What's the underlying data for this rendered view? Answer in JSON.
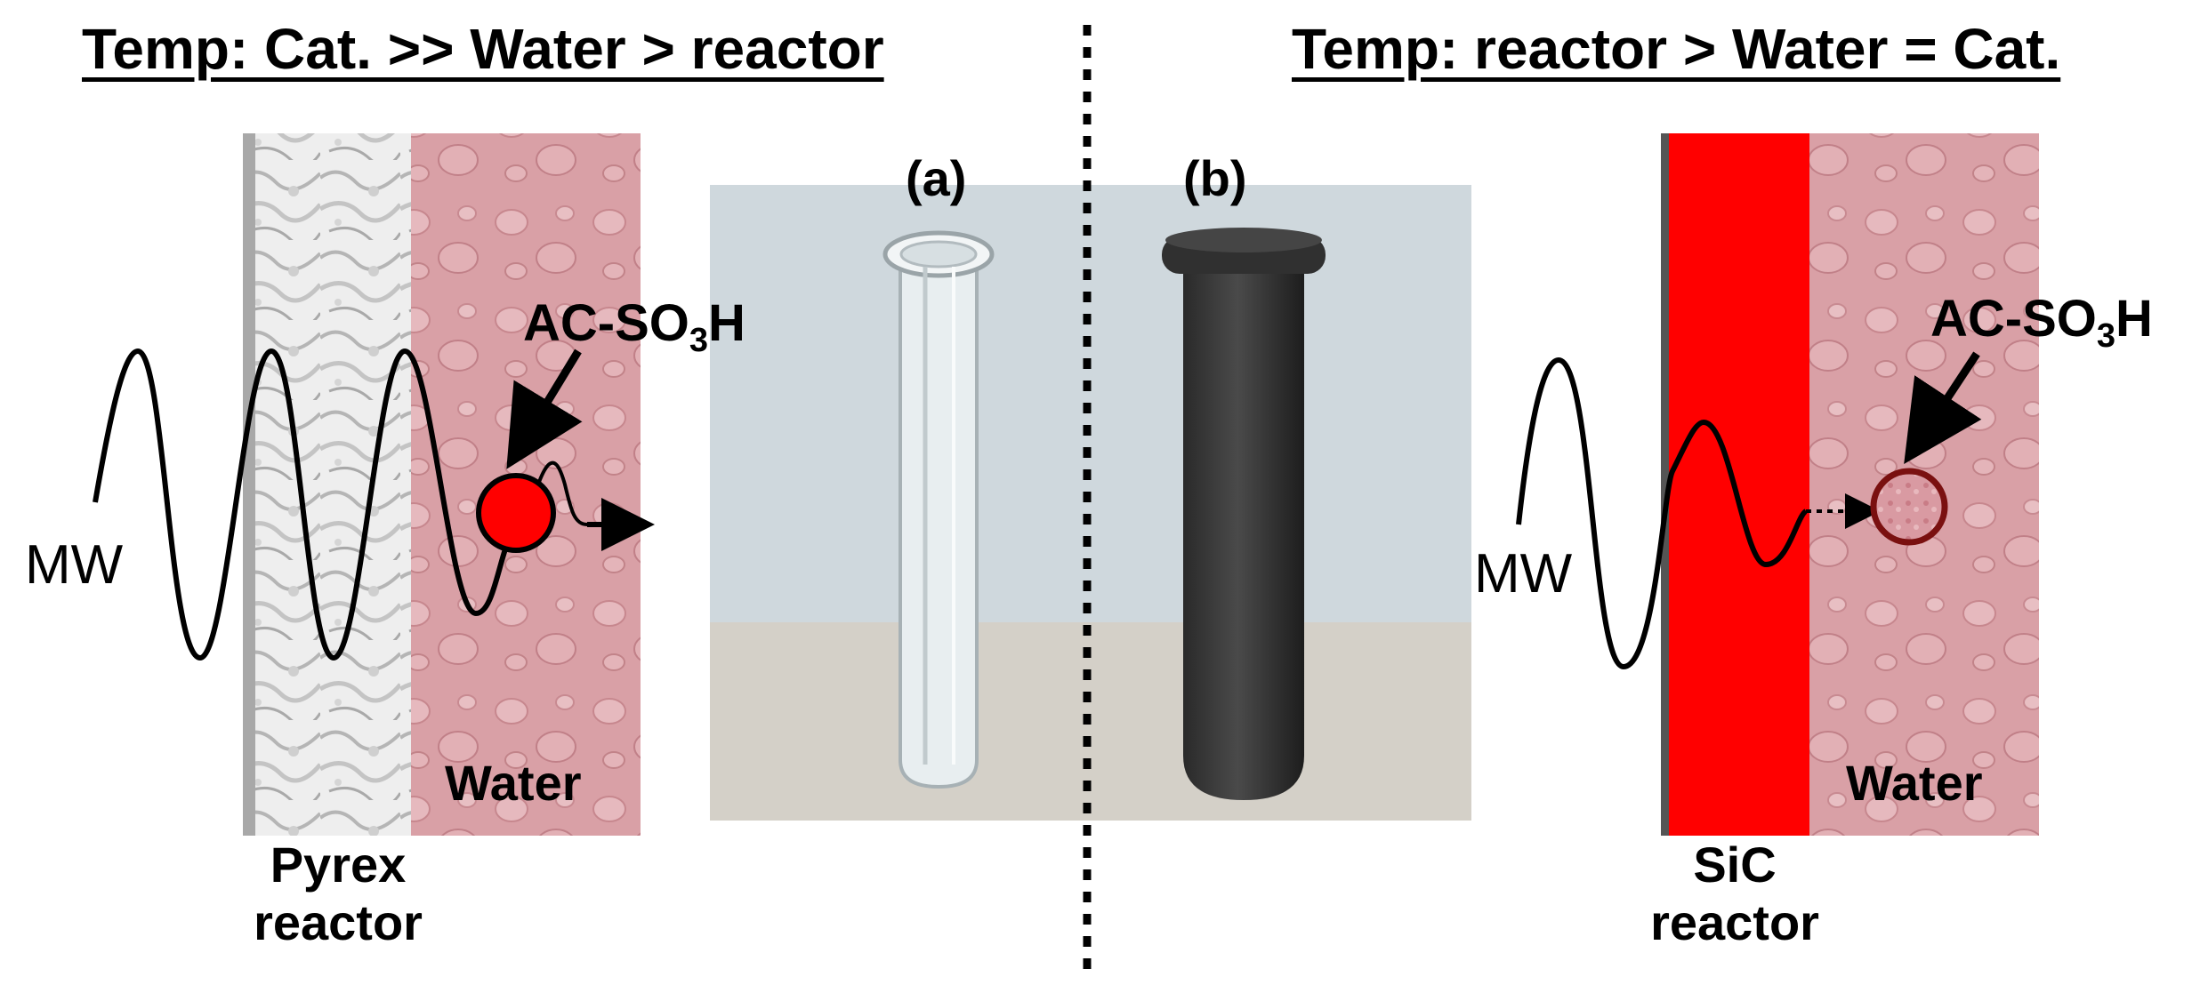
{
  "left_panel": {
    "heading": "Temp: Cat. >> Water > reactor",
    "wave_label": "MW",
    "catalyst_prefix": "AC-SO",
    "catalyst_sub": "3",
    "catalyst_suffix": "H",
    "water_label": "Water",
    "reactor_line1": "Pyrex",
    "reactor_line2": "reactor"
  },
  "right_panel": {
    "heading": "Temp: reactor > Water = Cat.",
    "wave_label": "MW",
    "catalyst_prefix": "AC-SO",
    "catalyst_sub": "3",
    "catalyst_suffix": "H",
    "water_label": "Water",
    "reactor_line1": "SiC",
    "reactor_line2": "reactor"
  },
  "photo": {
    "label_a": "(a)",
    "label_b": "(b)"
  },
  "colors": {
    "water": "#d9a0a6",
    "sic_reactor": "#ff0000",
    "catalyst_hot": "#ff0000",
    "pyrex_wall": "#e6e6e6"
  }
}
